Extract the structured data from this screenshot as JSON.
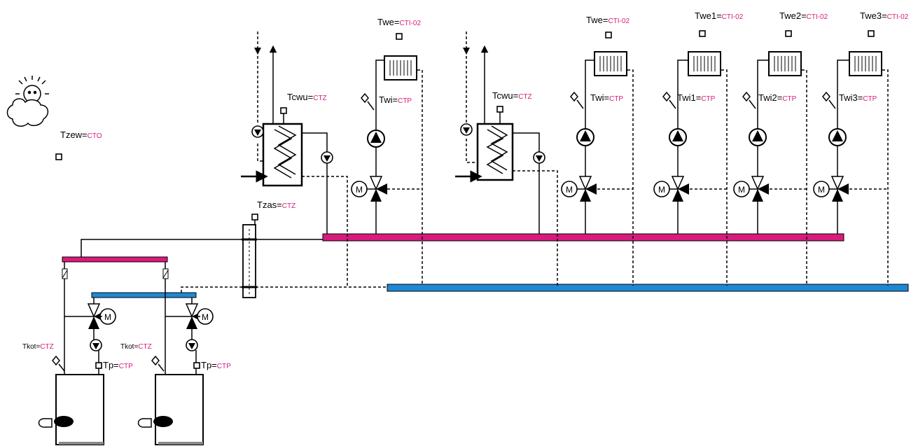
{
  "colors": {
    "supply_pipe": "#d81b7c",
    "return_pipe": "#1f88d4",
    "label_value": "#d81b7c",
    "line": "#000000"
  },
  "labels": {
    "tzew": {
      "name": "Tzew=",
      "value": "CTO"
    },
    "tzas": {
      "name": "Tzas=",
      "value": "CTZ"
    },
    "tcwu_1": {
      "name": "Tcwu=",
      "value": "CTZ"
    },
    "tcwu_2": {
      "name": "Tcwu=",
      "value": "CTZ"
    },
    "twe_a": {
      "name": "Twe=",
      "value": "CTI-02"
    },
    "twi_a": {
      "name": "Twi=",
      "value": "CTP"
    },
    "twe_b": {
      "name": "Twe=",
      "value": "CTI-02"
    },
    "twi_b": {
      "name": "Twi=",
      "value": "CTP"
    },
    "twe1": {
      "name": "Twe1=",
      "value": "CTI-02"
    },
    "twi1": {
      "name": "Twi1=",
      "value": "CTP"
    },
    "twe2": {
      "name": "Twe2=",
      "value": "CTI-02"
    },
    "twi2": {
      "name": "Twi2=",
      "value": "CTP"
    },
    "twe3": {
      "name": "Twe3=",
      "value": "CTI-02"
    },
    "twi3": {
      "name": "Twi3=",
      "value": "CTP"
    },
    "tkot_1": {
      "name": "Tkot=",
      "value": "CTZ"
    },
    "tkot_2": {
      "name": "Tkot=",
      "value": "CTZ"
    },
    "tp_1": {
      "name": "Tp=",
      "value": "CTP"
    },
    "tp_2": {
      "name": "Tp=",
      "value": "CTP"
    }
  },
  "icons": {
    "weather": "sun-cloud-icon",
    "radiator": "radiator-icon",
    "pump": "pump-icon",
    "mixing_valve": "three-way-valve-icon",
    "motor": "valve-motor-icon",
    "boiler": "boiler-icon",
    "dhw_tank": "hot-water-tank-icon",
    "hydraulic_separator": "hydraulic-separator-icon",
    "sensor": "temperature-sensor-icon"
  },
  "valve_motor_letter": "M"
}
